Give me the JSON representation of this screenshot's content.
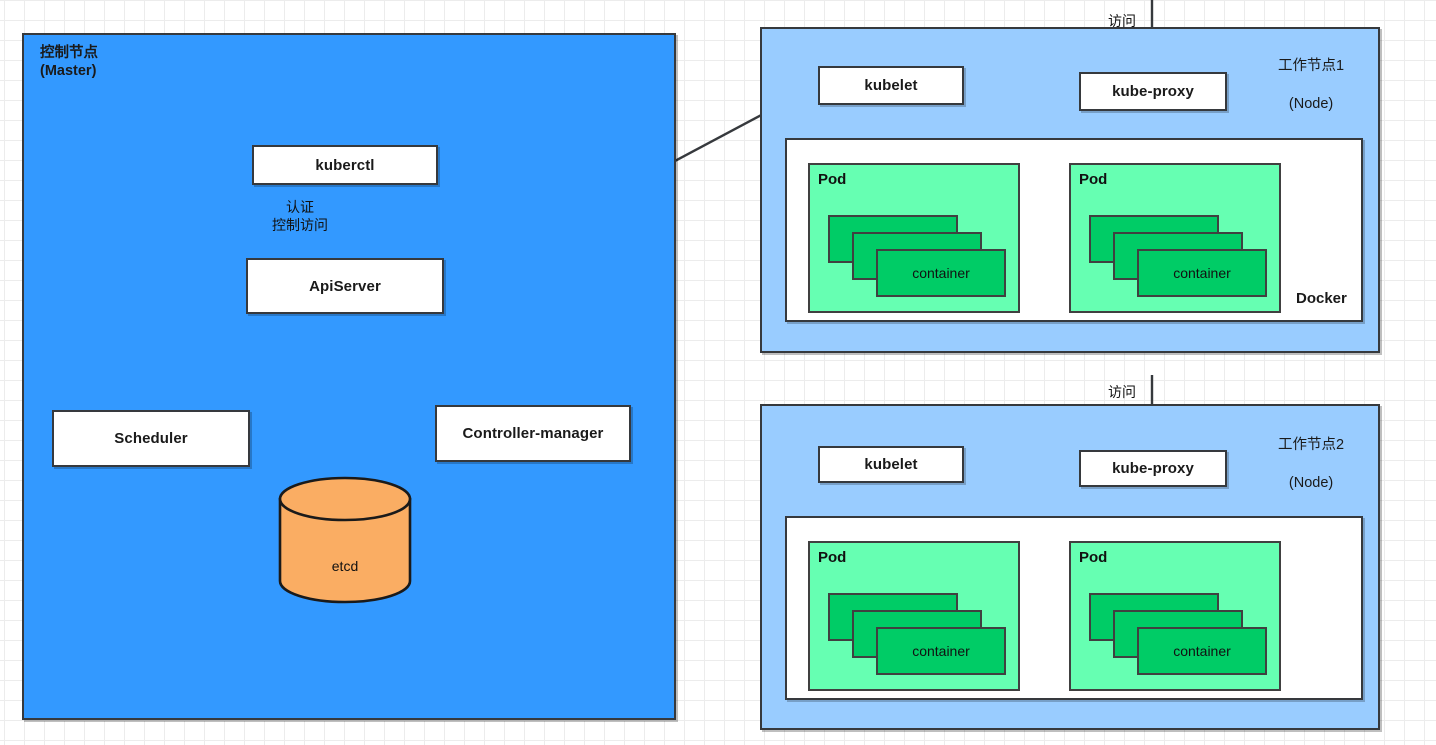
{
  "diagram": {
    "title": "Kubernetes cluster architecture",
    "background": {
      "grid": "on",
      "grid_color": "#ececec",
      "grid_size": 20
    },
    "colors": {
      "master_fill": "#3399FF",
      "node_fill": "#99CCFF",
      "pod_fill": "#66FFB2",
      "container_fill": "#00CC66",
      "etcd_fill": "#FAAD63",
      "box_fill": "#FFFFFF",
      "stroke": "#36393d"
    }
  },
  "master": {
    "label_line1": "控制节点",
    "label_line2": "(Master)",
    "components": {
      "kuberctl": "kuberctl",
      "apiserver": "ApiServer",
      "scheduler": "Scheduler",
      "controller_manager": "Controller-manager",
      "etcd": "etcd"
    },
    "edge_label": "认证\n控制访问"
  },
  "nodes": [
    {
      "label_line1": "工作节点1",
      "label_line2": "(Node)",
      "access_label": "访问",
      "kubelet": "kubelet",
      "kube_proxy": "kube-proxy",
      "runtime_label": "Docker",
      "pods": [
        {
          "title": "Pod",
          "containers": [
            "",
            "",
            "container"
          ]
        },
        {
          "title": "Pod",
          "containers": [
            "",
            "",
            "container"
          ]
        }
      ]
    },
    {
      "label_line1": "工作节点2",
      "label_line2": "(Node)",
      "access_label": "访问",
      "kubelet": "kubelet",
      "kube_proxy": "kube-proxy",
      "runtime_label": "",
      "pods": [
        {
          "title": "Pod",
          "containers": [
            "",
            "",
            "container"
          ]
        },
        {
          "title": "Pod",
          "containers": [
            "",
            "",
            "container"
          ]
        }
      ]
    }
  ]
}
